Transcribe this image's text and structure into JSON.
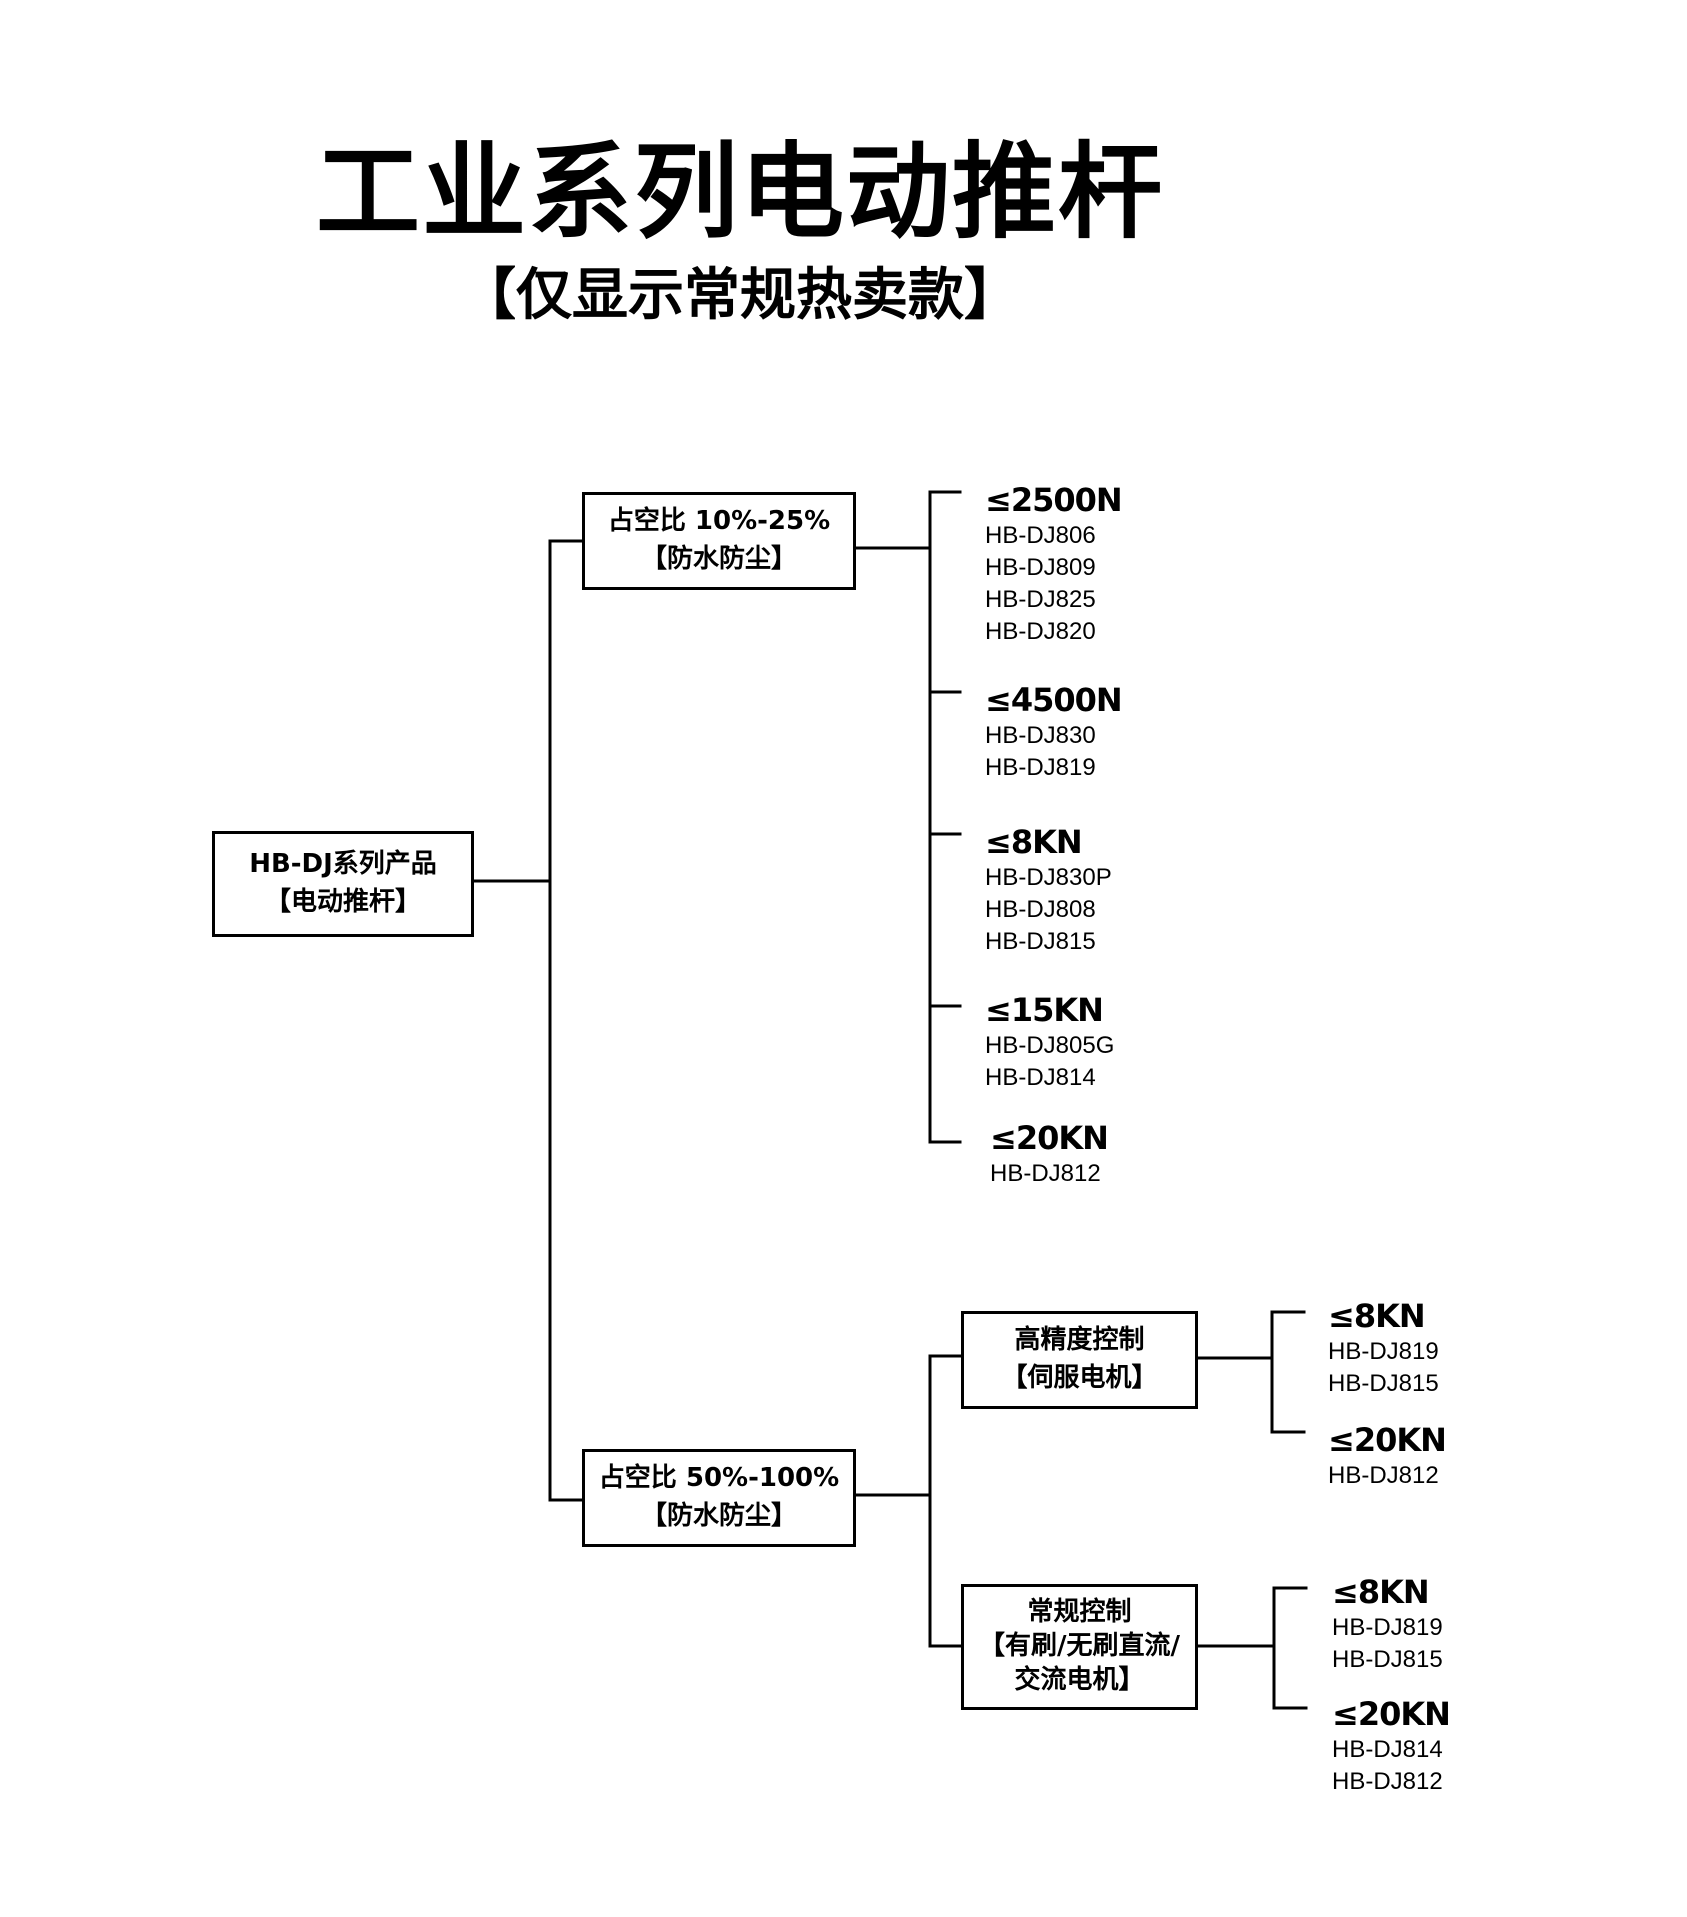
{
  "title": "工业系列电动推杆",
  "subtitle": "【仅显示常规热卖款】",
  "root": {
    "line1": "HB-DJ系列产品",
    "line2": "【电动推杆】"
  },
  "branch_a": {
    "line1": "占空比 10%-25%",
    "line2": "【防水防尘】",
    "groups": [
      {
        "force": "≤2500N",
        "models": [
          "HB-DJ806",
          "HB-DJ809",
          "HB-DJ825",
          "HB-DJ820"
        ]
      },
      {
        "force": "≤4500N",
        "models": [
          "HB-DJ830",
          "HB-DJ819"
        ]
      },
      {
        "force": "≤8KN",
        "models": [
          "HB-DJ830P",
          "HB-DJ808",
          "HB-DJ815"
        ]
      },
      {
        "force": "≤15KN",
        "models": [
          "HB-DJ805G",
          "HB-DJ814"
        ]
      },
      {
        "force": "≤20KN",
        "models": [
          "HB-DJ812"
        ]
      }
    ]
  },
  "branch_b": {
    "line1": "占空比 50%-100%",
    "line2": "【防水防尘】",
    "servo": {
      "line1": "高精度控制",
      "line2": "【伺服电机】",
      "groups": [
        {
          "force": "≤8KN",
          "models": [
            "HB-DJ819",
            "HB-DJ815"
          ]
        },
        {
          "force": "≤20KN",
          "models": [
            "HB-DJ812"
          ]
        }
      ]
    },
    "regular": {
      "line1": "常规控制",
      "line2": "【有刷/无刷直流/",
      "line3": "交流电机】",
      "groups": [
        {
          "force": "≤8KN",
          "models": [
            "HB-DJ819",
            "HB-DJ815"
          ]
        },
        {
          "force": "≤20KN",
          "models": [
            "HB-DJ814",
            "HB-DJ812"
          ]
        }
      ]
    }
  }
}
